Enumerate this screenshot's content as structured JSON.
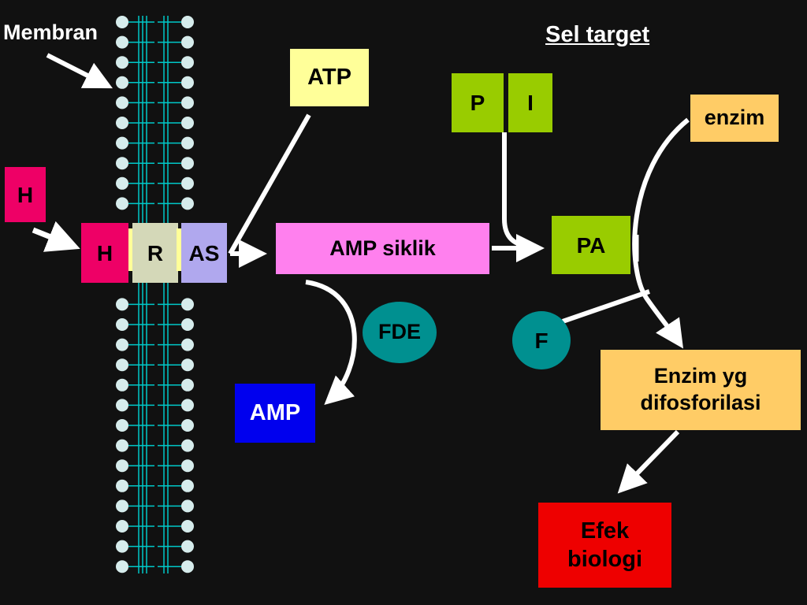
{
  "labels": {
    "membrane": "Membran",
    "target_cell": "Sel target"
  },
  "nodes": {
    "h_outside": "H",
    "h_bound": "H",
    "receptor": "R",
    "as": "AS",
    "atp": "ATP",
    "amp_cyclic": "AMP siklik",
    "fde": "FDE",
    "amp": "AMP",
    "p": "P",
    "i": "I",
    "pa": "PA",
    "enzim": "enzim",
    "f": "F",
    "enzyme_phos_line1": "Enzim yg",
    "enzyme_phos_line2": "difosforilasi",
    "effect_line1": "Efek",
    "effect_line2": "biologi"
  },
  "colors": {
    "background": "#111111",
    "hormone": "#ee0066",
    "receptor": "#d4d8b8",
    "as": "#b0a8ee",
    "atp": "#ffff99",
    "amp_cyclic": "#ff80ee",
    "fde": "#009090",
    "amp": "#0000ee",
    "pi": "#99cc00",
    "pa": "#99cc00",
    "enzim": "#ffcc66",
    "f": "#009090",
    "enzyme_phos": "#ffcc66",
    "effect": "#ee0000",
    "membrane_head": "#d6ecec",
    "membrane_tail": "#00c8c8"
  }
}
